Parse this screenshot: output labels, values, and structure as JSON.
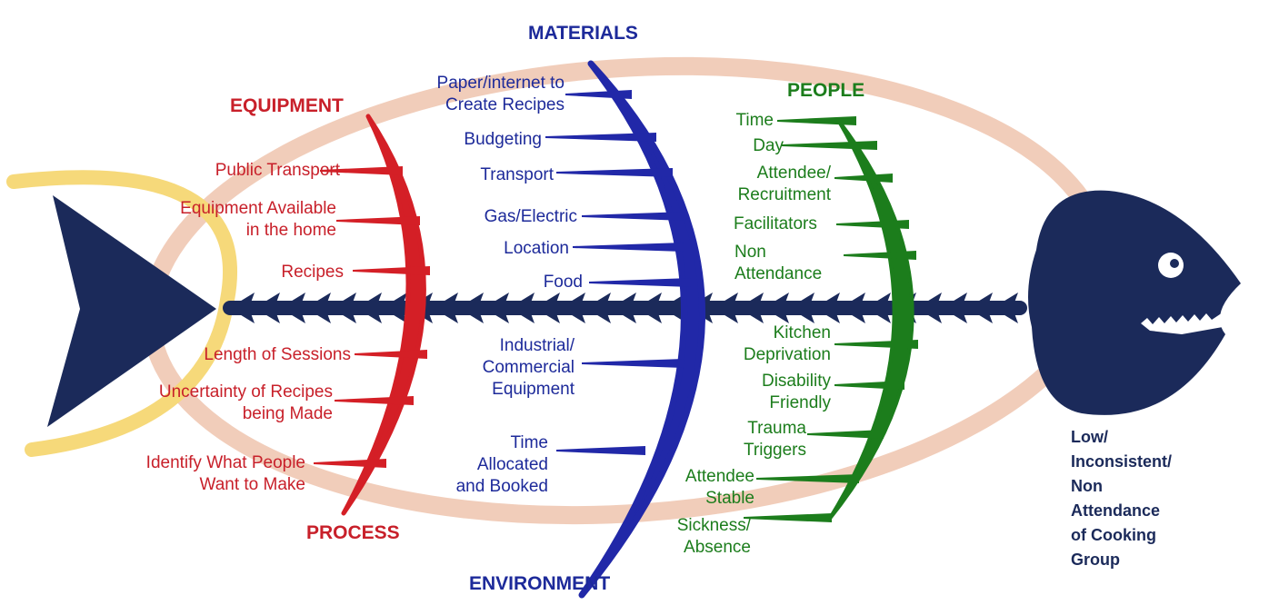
{
  "colors": {
    "equipment": "#c8202a",
    "materials": "#1d2a9a",
    "people": "#1c7d1c",
    "fish": "#1b2a5a",
    "outer_ring": "#efc4ae",
    "tail_ring": "#f6d97a"
  },
  "categories": {
    "equipment": "EQUIPMENT",
    "process": "PROCESS",
    "materials": "MATERIALS",
    "environment": "ENVIRONMENT",
    "people": "PEOPLE"
  },
  "equipment_causes": [
    "Public Transport",
    "Equipment Available\nin the home",
    "Recipes"
  ],
  "process_causes": [
    "Length of Sessions",
    "Uncertainty of Recipes\nbeing Made",
    "Identify What People\nWant to Make"
  ],
  "materials_causes": [
    "Paper/internet to\nCreate Recipes",
    "Budgeting",
    "Transport",
    "Gas/Electric",
    "Location",
    "Food"
  ],
  "environment_causes": [
    "Industrial/\nCommercial\nEquipment",
    "Time\nAllocated\nand Booked"
  ],
  "people_upper_causes": [
    "Time",
    "Day",
    "Attendee/\nRecruitment",
    "Facilitators",
    "Non\nAttendance"
  ],
  "people_lower_causes": [
    "Kitchen\nDeprivation",
    "Disability\nFriendly",
    "Trauma\nTriggers",
    "Attendee\nStable",
    "Sickness/\nAbsence"
  ],
  "outcome": "Low/\nInconsistent/\nNon\nAttendance\nof Cooking\nGroup"
}
